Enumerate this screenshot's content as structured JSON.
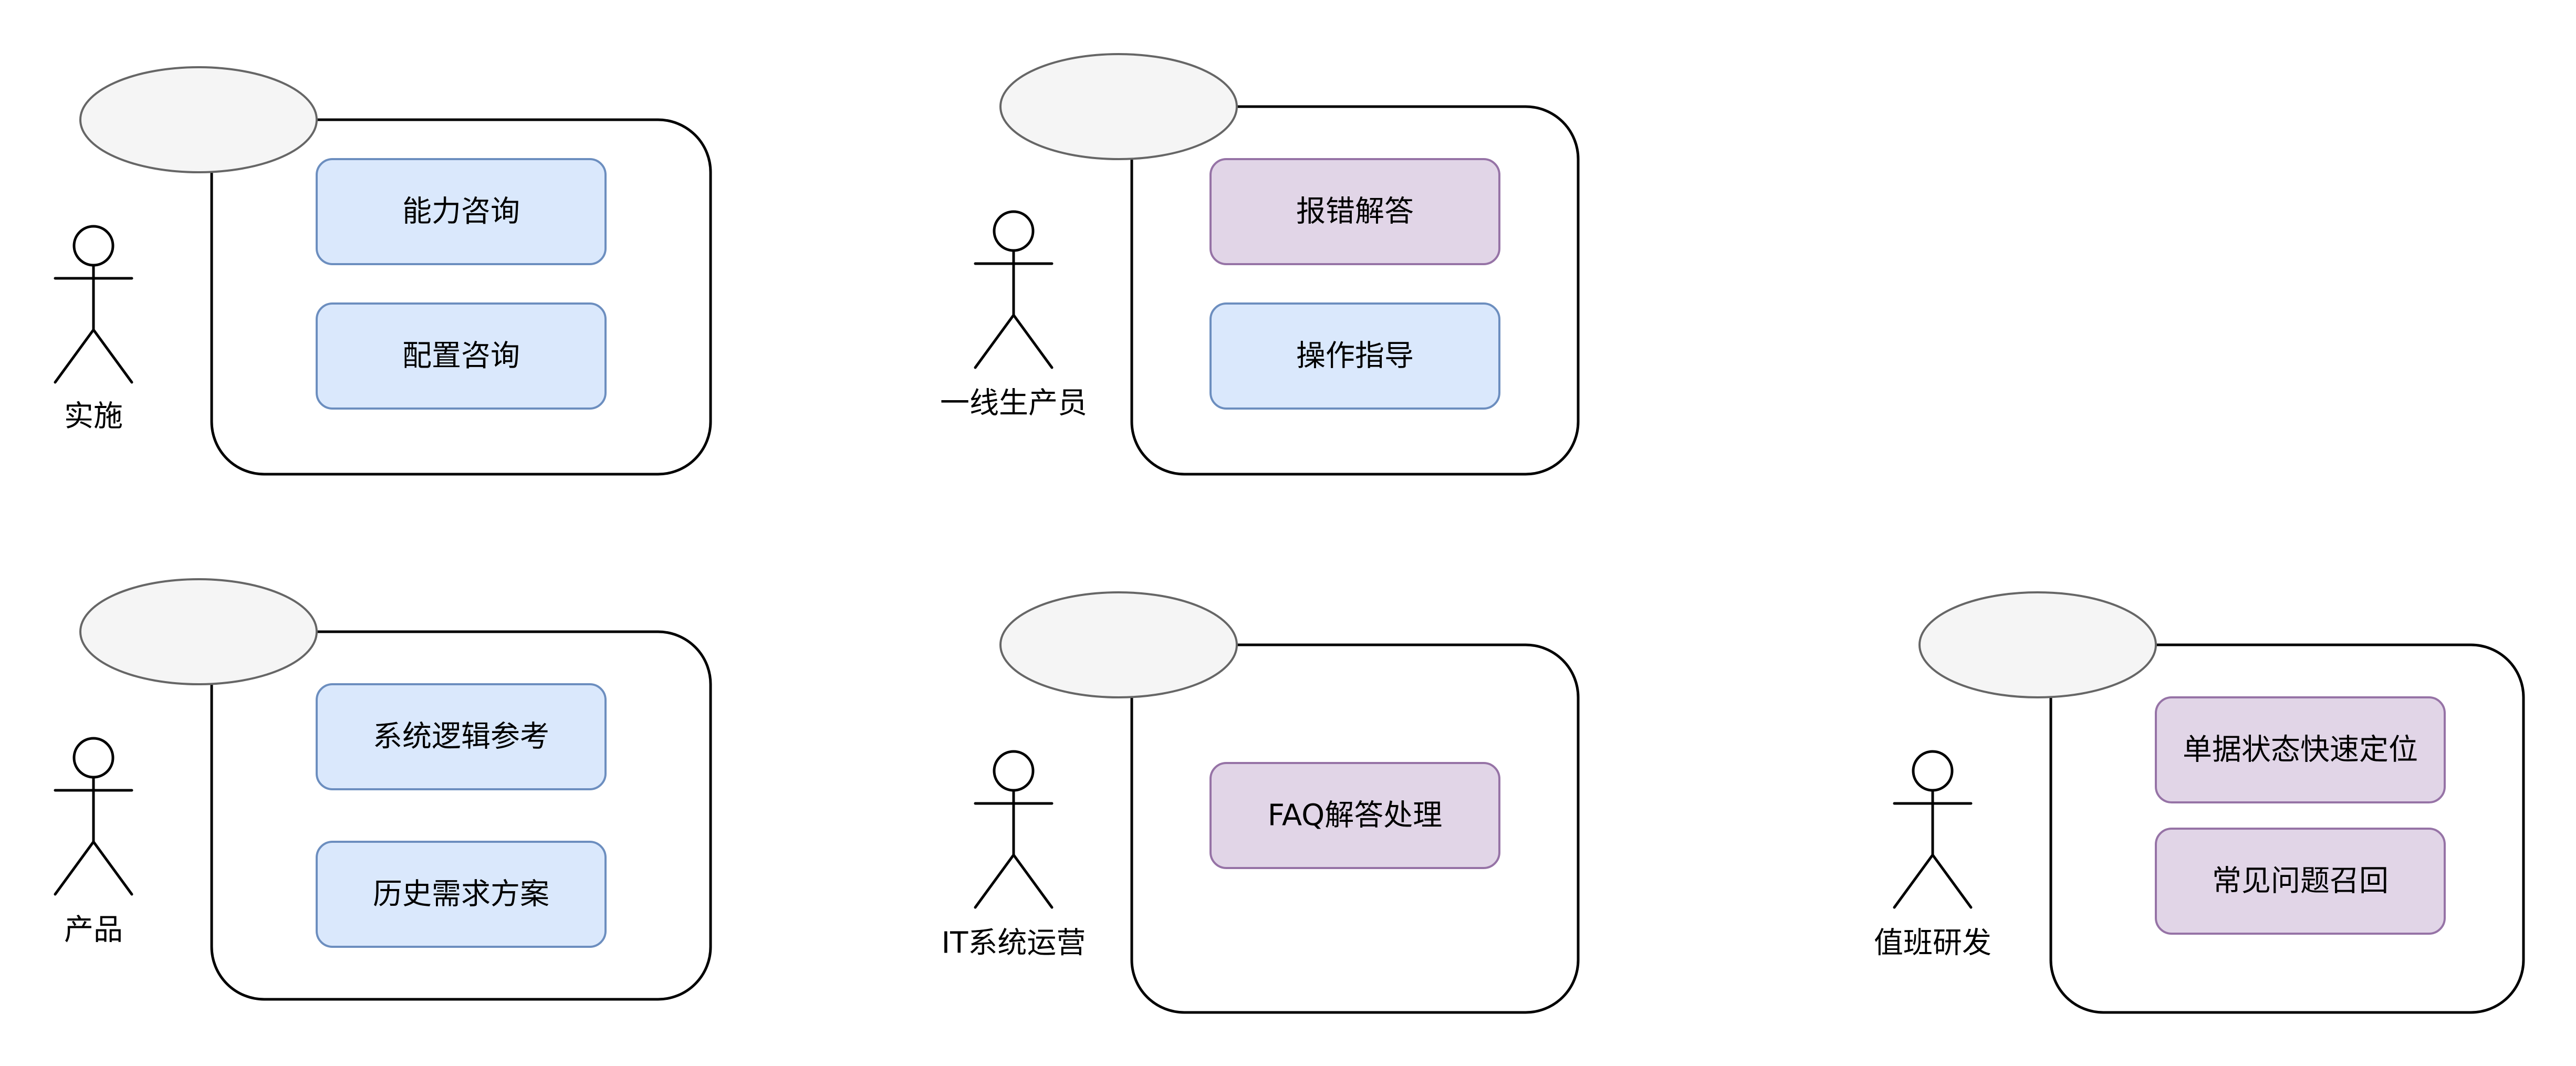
{
  "colors": {
    "blue_fill": "#dae8fc",
    "blue_stroke": "#6c8ebf",
    "purple_fill": "#e1d5e7",
    "purple_stroke": "#9673a6",
    "bubble_fill": "#f5f5f5",
    "bubble_stroke": "#666666"
  },
  "groups": [
    {
      "actor": "实施",
      "tasks": [
        {
          "label": "能力咨询",
          "color": "blue"
        },
        {
          "label": "配置咨询",
          "color": "blue"
        }
      ]
    },
    {
      "actor": "一线生产员",
      "tasks": [
        {
          "label": "报错解答",
          "color": "purple"
        },
        {
          "label": "操作指导",
          "color": "blue"
        }
      ]
    },
    {
      "actor": "产品",
      "tasks": [
        {
          "label": "系统逻辑参考",
          "color": "blue"
        },
        {
          "label": "历史需求方案",
          "color": "blue"
        }
      ]
    },
    {
      "actor": "IT系统运营",
      "tasks": [
        {
          "label": "FAQ解答处理",
          "color": "purple"
        }
      ]
    },
    {
      "actor": "值班研发",
      "tasks": [
        {
          "label": "单据状态快速定位",
          "color": "purple"
        },
        {
          "label": "常见问题召回",
          "color": "purple"
        }
      ]
    }
  ]
}
